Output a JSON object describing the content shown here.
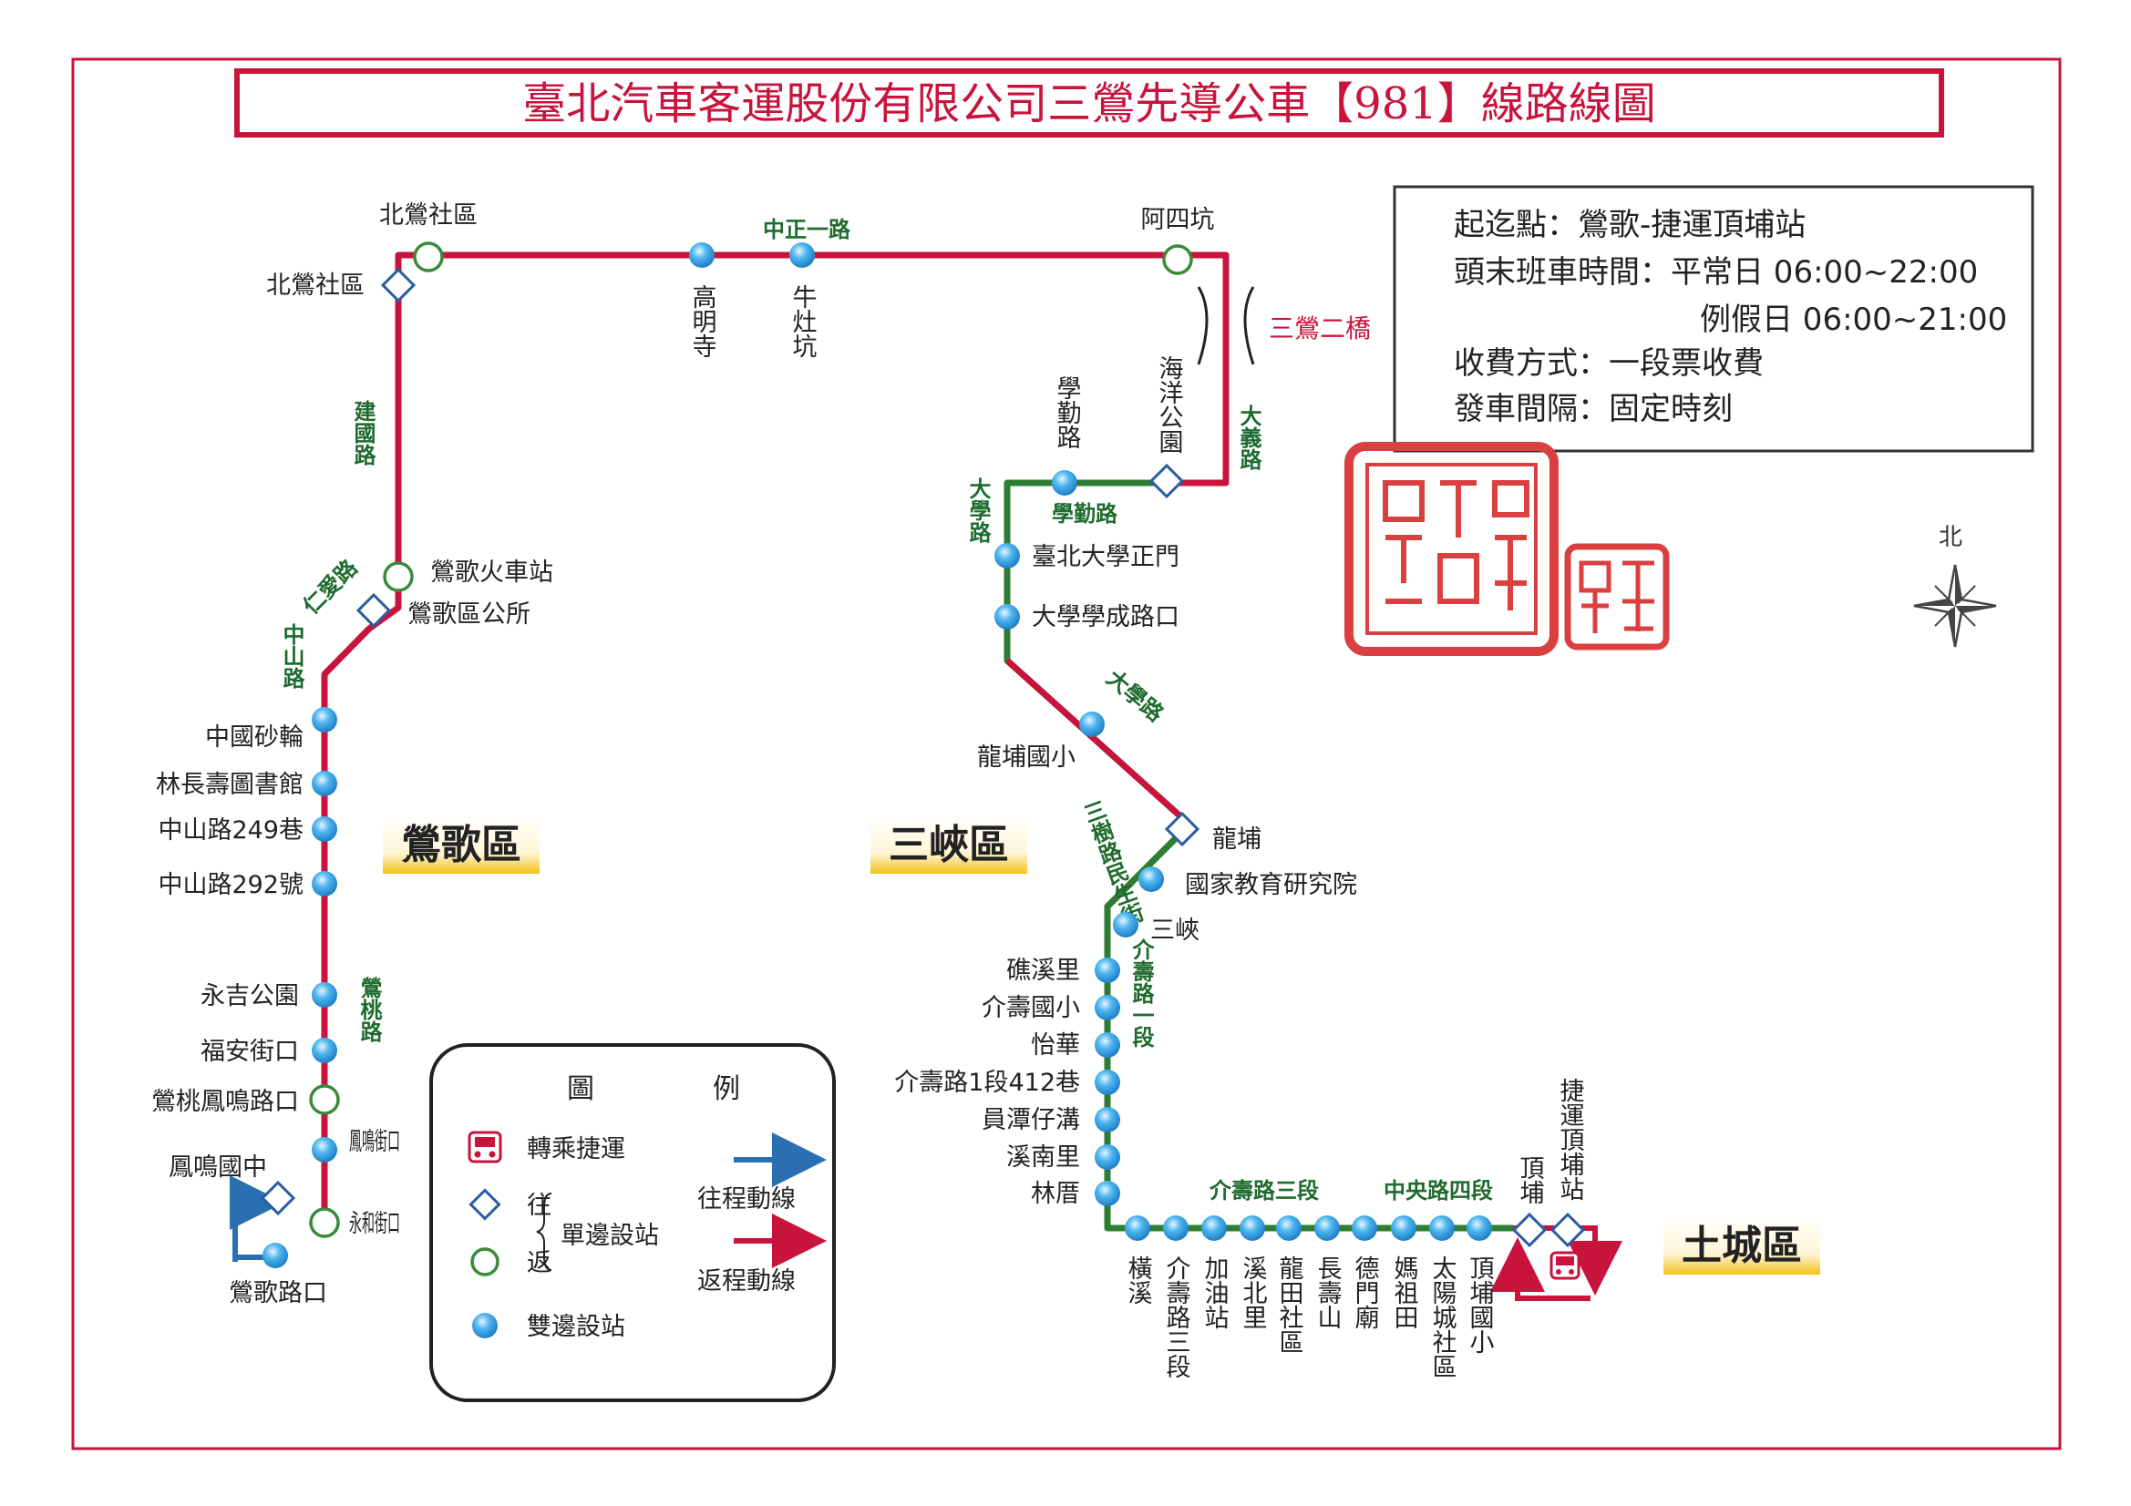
{
  "title": "臺北汽車客運股份有限公司三鶯先導公車【981】線路線圖",
  "info": {
    "endpoints": "起迄點：鶯歌-捷運頂埔站",
    "hours_weekday": "頭末班車時間：平常日 06:00~22:00",
    "hours_holiday": "例假日 06:00~21:00",
    "fare": "收費方式：一段票收費",
    "interval": "發車間隔：固定時刻"
  },
  "districts": [
    "鶯歌區",
    "三峽區",
    "土城區"
  ],
  "roads": {
    "zhongzheng1": "中正一路",
    "jianguo": "建國路",
    "renai": "仁愛路",
    "zhongshan": "中山路",
    "yingtao": "鶯桃路",
    "xueqin": "學勤路",
    "daxue": "大學路",
    "dayi": "大義路",
    "daxue2": "大學路",
    "sanshu_minsheng": "三樹路民生街",
    "jieshou1": "介壽路一段",
    "jieshou3": "介壽路三段",
    "zhongyang4": "中央路四段"
  },
  "bridge": "三鶯二橋",
  "compass_label": "北",
  "stations": {
    "beiying_fan": "北鶯社區",
    "beiying_wang": "北鶯社區",
    "gaomingsi": "高明寺",
    "niuzaokeng": "牛灶坑",
    "asikeng": "阿四坑",
    "haiyang": "海洋公園",
    "xueqinlu": "學勤路",
    "ntpu_gate": "臺北大學正門",
    "daxue_xuecheng": "大學學成路口",
    "longpu_school": "龍埔國小",
    "longpu": "龍埔",
    "nier": "國家教育研究院",
    "sanxia": "三峽",
    "jixi": "礁溪里",
    "jieshou_school": "介壽國小",
    "yihua": "怡華",
    "alley412": "介壽路1段412巷",
    "yuantan": "員潭仔溝",
    "xinan": "溪南里",
    "linzhuo": "林厝",
    "hengxi": "橫溪",
    "jieshou3_stop": "介壽路三段",
    "gas_station": "加油站",
    "xibei": "溪北里",
    "longtian": "龍田社區",
    "changshoushan": "長壽山",
    "demen": "德門廟",
    "mazutian": "媽祖田",
    "taiyangcheng": "太陽城社區",
    "dingpu_school": "頂埔國小",
    "dingpu": "頂埔",
    "mrt_dingpu": "捷運頂埔站",
    "yingge_station": "鶯歌火車站",
    "yingge_office": "鶯歌區公所",
    "china_grinding": "中國砂輪",
    "library": "林長壽圖書館",
    "zs249": "中山路249巷",
    "zs292": "中山路292號",
    "yongji": "永吉公園",
    "fuan": "福安街口",
    "yingtao_fengming": "鶯桃鳳鳴路口",
    "fengming_school": "鳳鳴國中",
    "fengming_junction": "鳳鳴街口",
    "yonghe": "永和街口",
    "yinggelu": "鶯歌路口"
  },
  "legend": {
    "title_1": "圖",
    "title_2": "例",
    "mrt_transfer": "轉乘捷運",
    "outbound": "往",
    "inbound": "返",
    "single_side": "單邊設站",
    "double_side": "雙邊設站",
    "outbound_line": "往程動線",
    "inbound_line": "返程動線"
  },
  "colors": {
    "frame": "#c8143c",
    "return_line": "#c8143c",
    "outbound_line": "#2a6fb0",
    "green_road": "#2e7d32",
    "road_label": "#1e6b2e",
    "station_blue": "#3aa6e8",
    "stamp": "#d9403f",
    "district_bar": "#f2c21a"
  }
}
